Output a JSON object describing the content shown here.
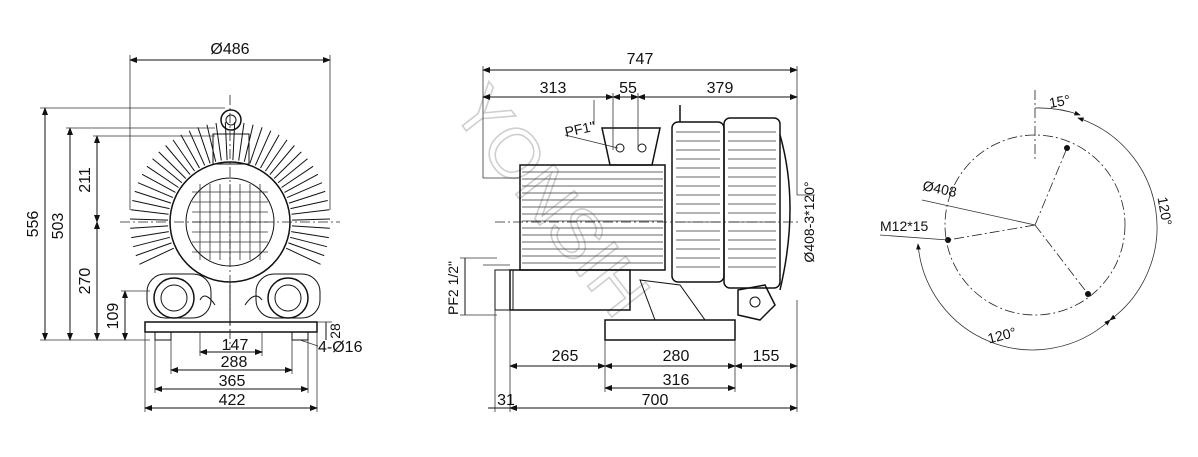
{
  "front_view": {
    "diameter": "Ø486",
    "height_total": "556",
    "height_top": "503",
    "height_upper": "211",
    "height_center": "270",
    "height_port": "109",
    "foot_h": "28",
    "holes": "4-Ø16",
    "w147": "147",
    "w288": "288",
    "w365": "365",
    "w422": "422"
  },
  "side_view": {
    "length_total": "747",
    "l313": "313",
    "l55": "55",
    "l379": "379",
    "port1": "PF1\"",
    "port2": "PF2 1/2\"",
    "flange": "Ø408-3*120°",
    "b265": "265",
    "b280": "280",
    "b155": "155",
    "b316": "316",
    "b31": "31",
    "b700": "700"
  },
  "flange_view": {
    "angle_top": "15°",
    "pcd": "Ø408",
    "bolt": "M12*15",
    "angle_right": "120°",
    "angle_bottom": "120°"
  },
  "watermark": "YONSIH"
}
